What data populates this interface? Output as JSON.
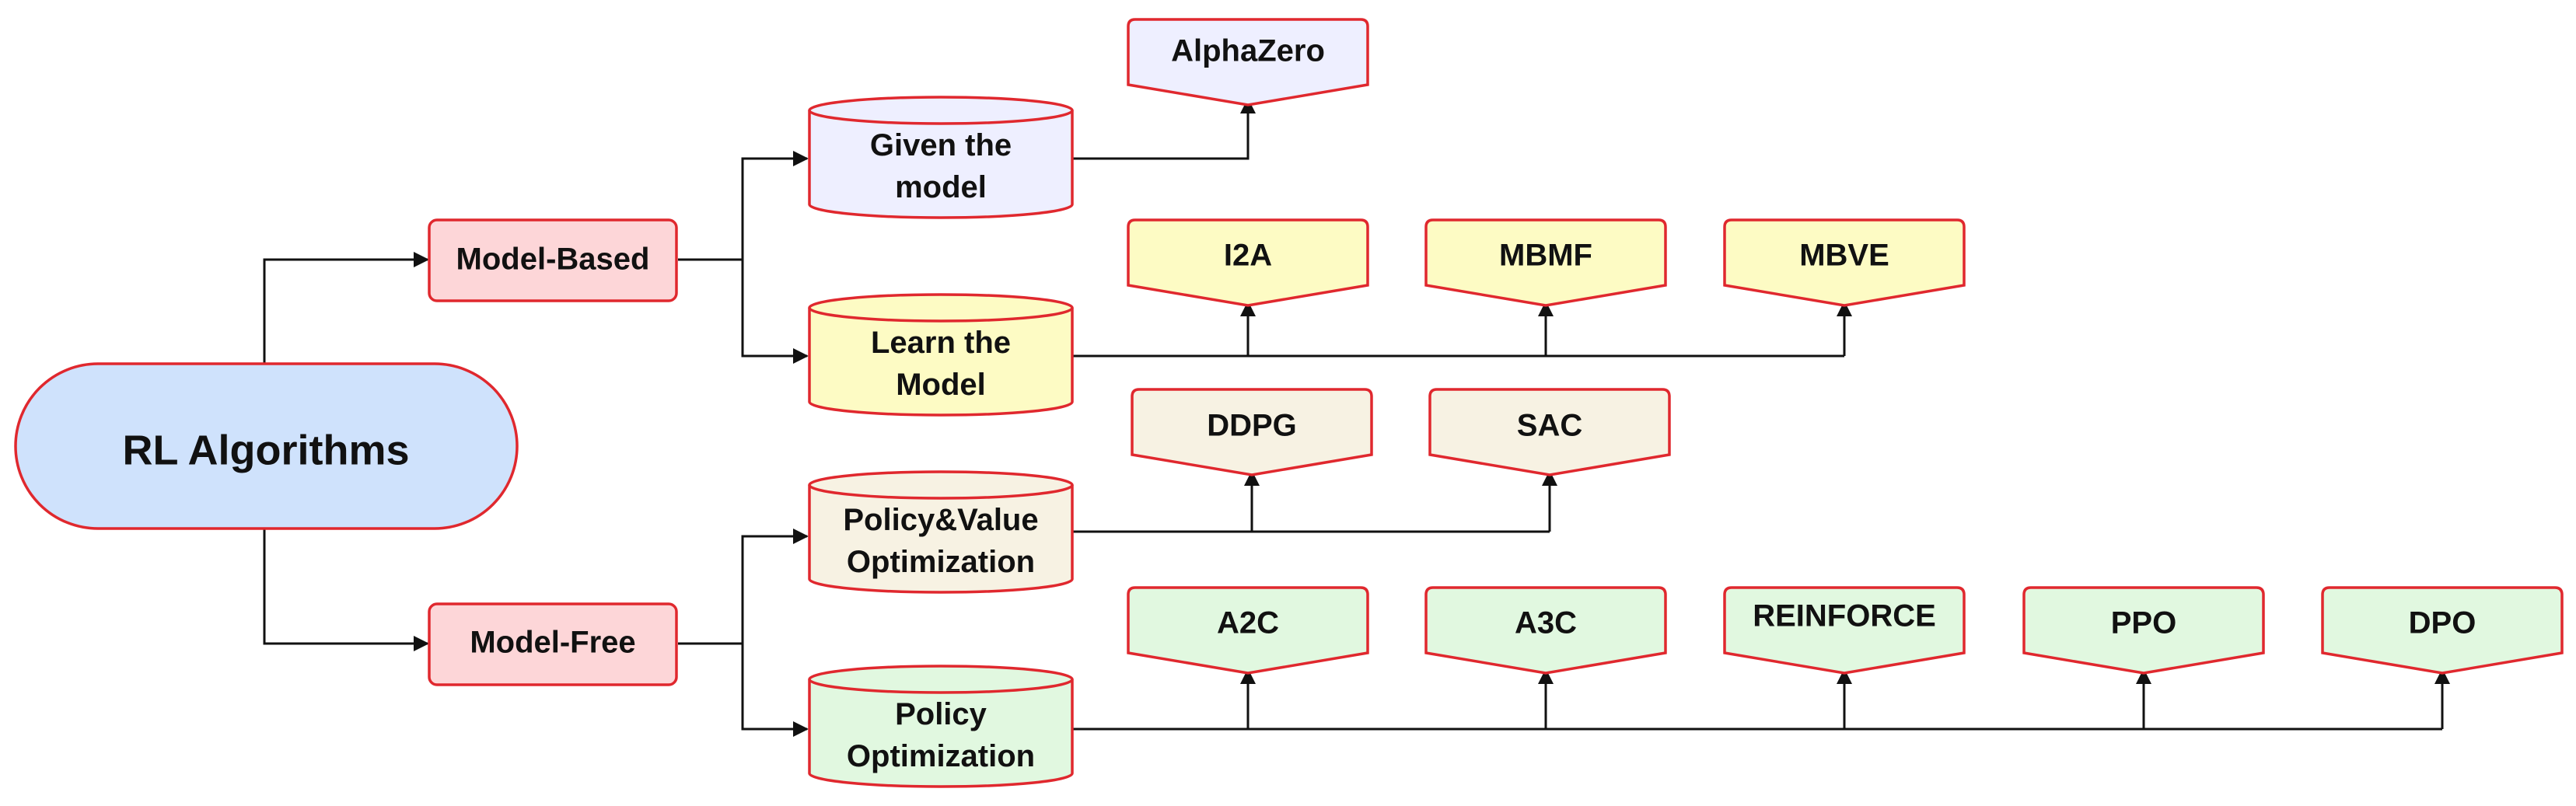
{
  "colors": {
    "outline": "#e0282e",
    "root_fill": "#cfe2fc",
    "model_type_fill": "#fdd6d8",
    "given_fill": "#eeefff",
    "learn_fill": "#fdfbc4",
    "policy_value_fill": "#f7f2e3",
    "policy_fill": "#e1f8e0",
    "edge": "#111111"
  },
  "nodes": {
    "root": {
      "label": "RL Algorithms"
    },
    "model_based": {
      "label": "Model-Based"
    },
    "model_free": {
      "label": "Model-Free"
    },
    "given_model": {
      "line1": "Given the",
      "line2": "model"
    },
    "learn_model": {
      "line1": "Learn the",
      "line2": "Model"
    },
    "policy_value": {
      "line1": "Policy&Value",
      "line2": "Optimization"
    },
    "policy_opt": {
      "line1": "Policy",
      "line2": "Optimization"
    },
    "alphazero": {
      "label": "AlphaZero"
    },
    "i2a": {
      "label": "I2A"
    },
    "mbmf": {
      "label": "MBMF"
    },
    "mbve": {
      "label": "MBVE"
    },
    "ddpg": {
      "label": "DDPG"
    },
    "sac": {
      "label": "SAC"
    },
    "a2c": {
      "label": "A2C"
    },
    "a3c": {
      "label": "A3C"
    },
    "reinforce": {
      "label": "REINFORCE"
    },
    "ppo": {
      "label": "PPO"
    },
    "dpo": {
      "label": "DPO"
    }
  }
}
